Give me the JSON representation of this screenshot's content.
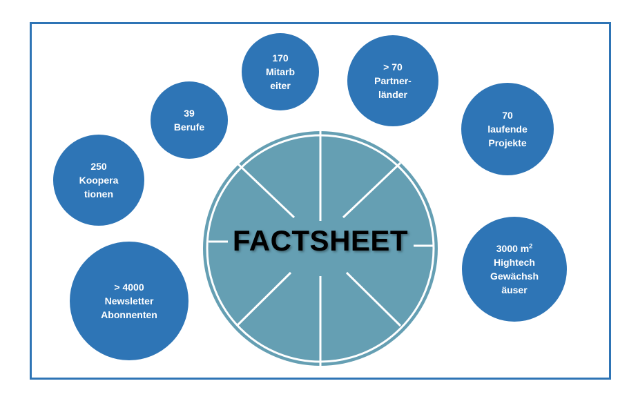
{
  "title": "FACTSHEET",
  "colors": {
    "bubble": "#2e75b6",
    "center": "#659fb3",
    "frame": "#2e74b5"
  },
  "bubbles": [
    {
      "id": "mitarbeiter",
      "lines": [
        "170",
        "Mitarb",
        "eiter"
      ]
    },
    {
      "id": "partnerlaender",
      "lines": [
        "> 70",
        "Partner-",
        "länder"
      ]
    },
    {
      "id": "berufe",
      "lines": [
        "39",
        "Berufe"
      ]
    },
    {
      "id": "projekte",
      "lines": [
        "70",
        "laufende",
        "Projekte"
      ]
    },
    {
      "id": "kooperationen",
      "lines": [
        "250",
        "Koopera",
        "tionen"
      ]
    },
    {
      "id": "newsletter",
      "lines": [
        "> 4000",
        "Newsletter",
        "Abonnenten"
      ]
    },
    {
      "id": "gewaechshaeuser",
      "lines": [
        "3000 m",
        "Hightech",
        "Gewächsh",
        "äuser"
      ],
      "superscript": "2"
    }
  ]
}
